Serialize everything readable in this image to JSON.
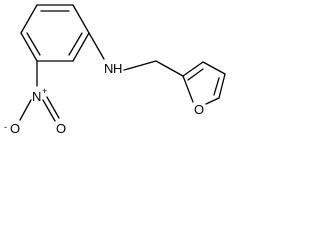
{
  "molecule": {
    "atoms": {
      "amine_nitrogen": "N",
      "amine_hydrogen": "H",
      "nitro_nitrogen": "N",
      "nitro_charge_positive": "+",
      "nitro_oxygen_double": "O",
      "nitro_oxygen_single": "O",
      "nitro_charge_negative": "-",
      "furan_oxygen": "O"
    }
  }
}
